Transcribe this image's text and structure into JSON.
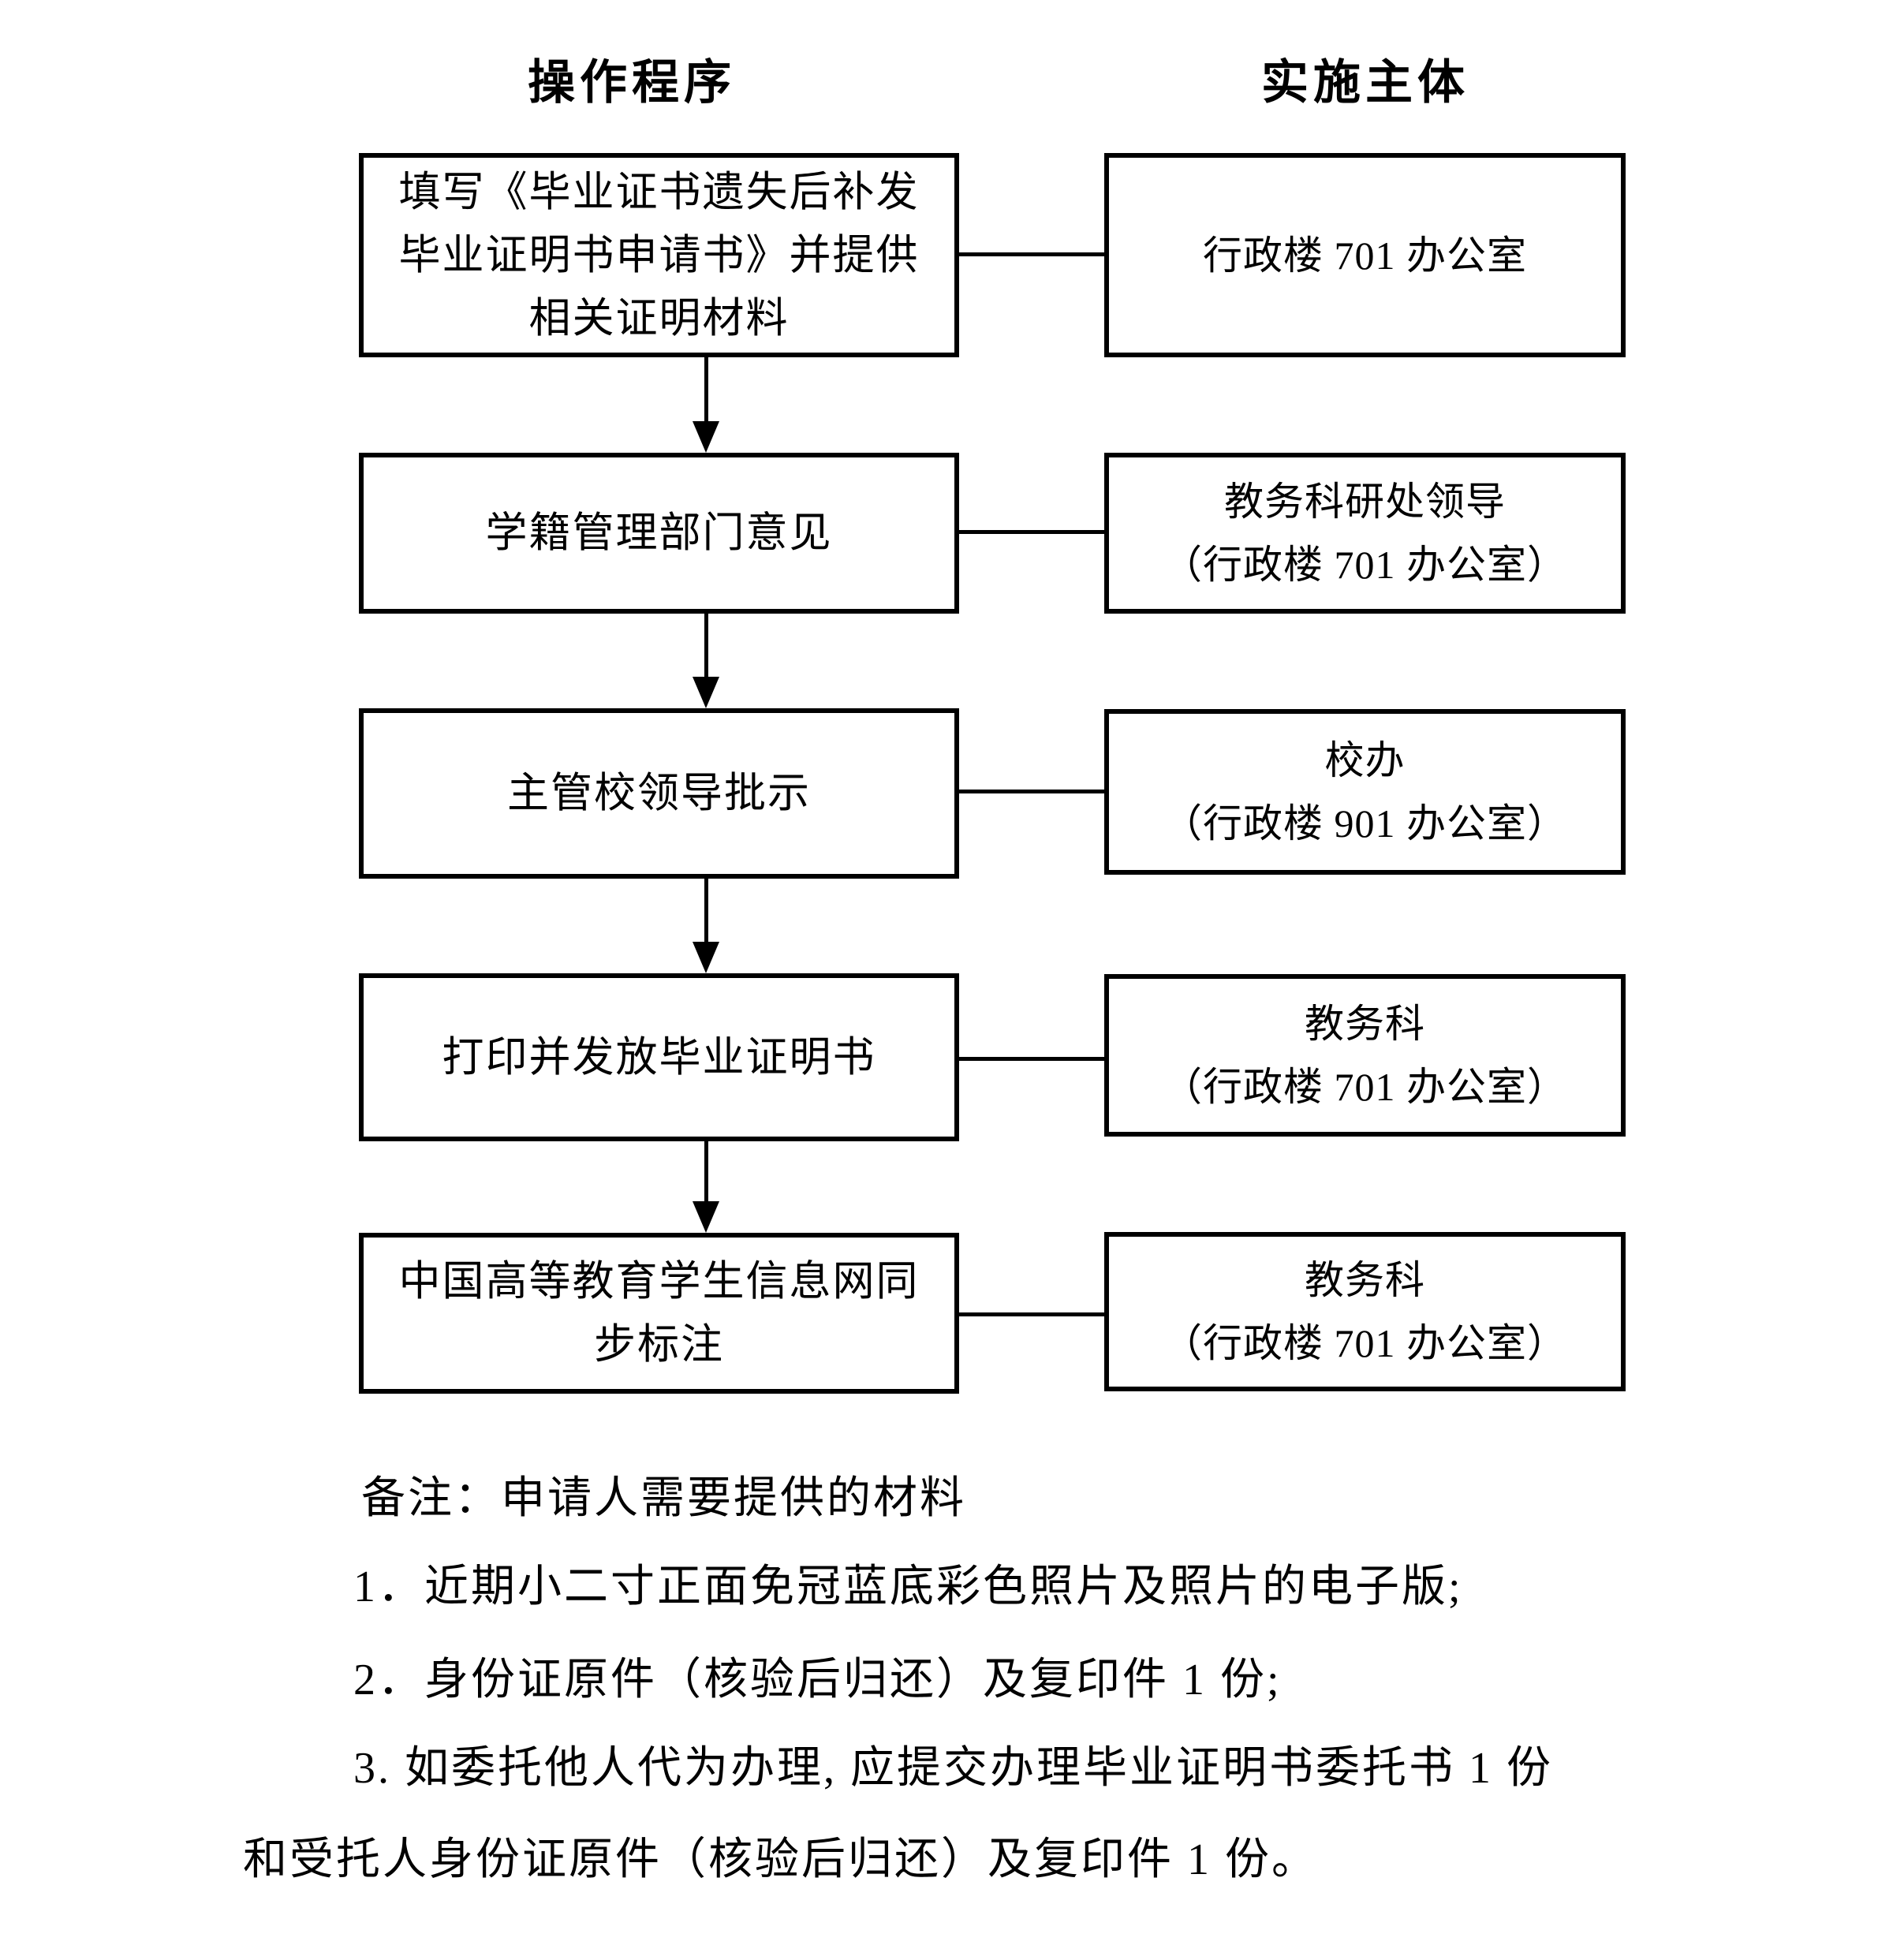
{
  "colors": {
    "ink": "#000000",
    "background": "#ffffff"
  },
  "headers": {
    "left": "操作程序",
    "right": "实施主体"
  },
  "flow": {
    "steps": [
      {
        "procedure_lines": [
          "填写《毕业证书遗失后补发",
          "毕业证明书申请书》并提供",
          "相关证明材料"
        ],
        "body_lines": [
          "行政楼 701 办公室"
        ]
      },
      {
        "procedure_lines": [
          "学籍管理部门意见"
        ],
        "body_lines": [
          "教务科研处领导",
          "（行政楼 701 办公室）"
        ]
      },
      {
        "procedure_lines": [
          "主管校领导批示"
        ],
        "body_lines": [
          "校办",
          "（行政楼 901 办公室）"
        ]
      },
      {
        "procedure_lines": [
          "打印并发放毕业证明书"
        ],
        "body_lines": [
          "教务科",
          "（行政楼 701 办公室）"
        ]
      },
      {
        "procedure_lines": [
          "中国高等教育学生信息网同",
          "步标注"
        ],
        "body_lines": [
          "教务科",
          "（行政楼 701 办公室）"
        ]
      }
    ]
  },
  "notes": {
    "title": "备注：申请人需要提供的材料",
    "lines": [
      "1．近期小二寸正面免冠蓝底彩色照片及照片的电子版;",
      "2．身份证原件（核验后归还）及复印件 1 份;",
      "3. 如委托他人代为办理, 应提交办理毕业证明书委托书 1 份",
      "和受托人身份证原件（核验后归还）及复印件 1 份。"
    ]
  }
}
